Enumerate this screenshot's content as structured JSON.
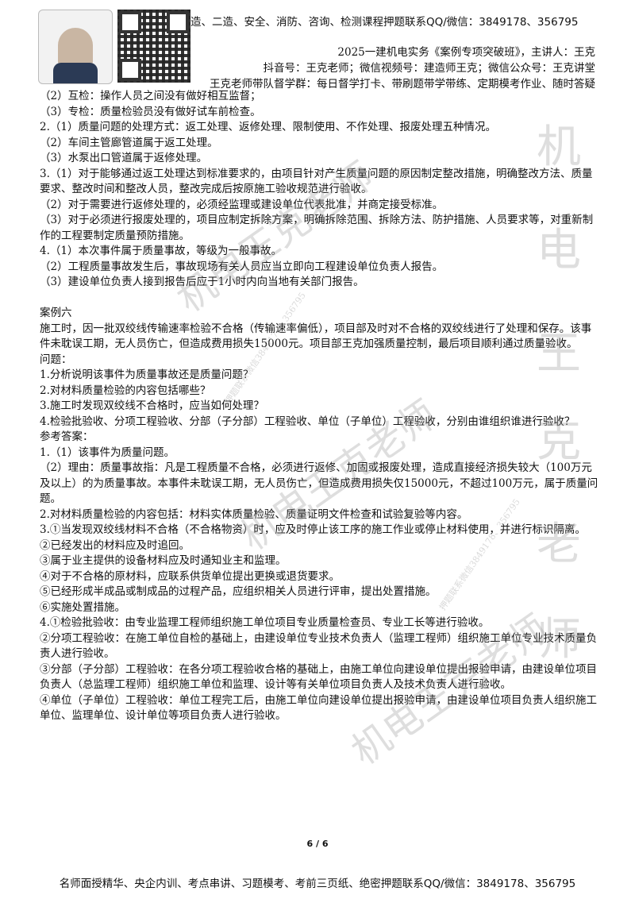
{
  "header": {
    "top_line": "造、二造、安全、消防、咨询、检测课程押题联系QQ/微信：3849178、356795",
    "course_line": "2025一建机电实务《案例专项突破班》，主讲人：王克",
    "social_line": "抖音号：王克老师；微信视频号：建造师王克；微信公众号：王克讲堂",
    "group_line": "王克老师带队督学群：每日督学打卡、带刷题带学带练、定期模考作业、随时答疑"
  },
  "content": [
    "（2）互检：操作人员之间没有做好相互监督；",
    "（3）专检：质量检验员没有做好试车前检查。",
    "2.（1）质量问题的处理方式：返工处理、返修处理、限制使用、不作处理、报废处理五种情况。",
    "（2）车间主管廊管道属于返工处理。",
    "（3）水泵出口管道属于返修处理。",
    "3.（1）对于能够通过返工处理达到标准要求的，由项目针对产生质量问题的原因制定整改措施，明确整改方法、质量要求、整改时间和整改人员，整改完成后按原施工验收规范进行验收。",
    "（2）对于需要进行返修处理的，必须经监理或建设单位代表批准，并商定接受标准。",
    "（3）对于必须进行报废处理的，项目应制定拆除方案，明确拆除范围、拆除方法、防护措施、人员要求等，对重新制作的工程要制定质量预防措施。",
    "4.（1）本次事件属于质量事故，等级为一般事故。",
    "（2）工程质量事故发生后，事故现场有关人员应当立即向工程建设单位负责人报告。",
    "（3）建设单位负责人接到报告后应于1小时内向当地有关部门报告。",
    "",
    "案例六",
    "施工时，因一批双绞线传输速率检验不合格（传输速率偏低），项目部及时对不合格的双绞线进行了处理和保存。该事件未耽误工期，无人员伤亡，但造成费用损失15000元。项目部王克加强质量控制，最后项目顺利通过质量验收。",
    "问题：",
    "1.分析说明该事件为质量事故还是质量问题？",
    "2.对材料质量检验的内容包括哪些？",
    "3.施工时发现双绞线不合格时，应当如何处理？",
    "4.检验批验收、分项工程验收、分部（子分部）工程验收、单位（子单位）工程验收，分别由谁组织谁进行验收？",
    "参考答案：",
    "1.（1）该事件为质量问题。",
    "（2）理由：质量事故指：凡是工程质量不合格，必须进行返修、加固或报废处理，造成直接经济损失较大（100万元及以上）的为质量事故。本事件未耽误工期，无人员伤亡，但造成费用损失仅15000元，不超过100万元，属于质量问题。",
    "2.对材料质量检验的内容包括：材料实体质量检验、质量证明文件检查和试验复验等内容。",
    "3.①当发现双绞线材料不合格（不合格物资）时，应及时停止该工序的施工作业或停止材料使用，并进行标识隔离。",
    "②已经发出的材料应及时追回。",
    "③属于业主提供的设备材料应及时通知业主和监理。",
    "④对于不合格的原材料，应联系供货单位提出更换或退货要求。",
    "⑤已经形成半成品或制成品的过程产品，应组织相关人员进行评审，提出处置措施。",
    "⑥实施处置措施。",
    "4.①检验批验收：由专业监理工程师组织施工单位项目专业质量检查员、专业工长等进行验收。",
    "②分项工程验收：在施工单位自检的基础上，由建设单位专业技术负责人（监理工程师）组织施工单位专业技术质量负责人进行验收。",
    "③分部（子分部）工程验收：在各分项工程验收合格的基础上，由施工单位向建设单位提出报验申请，由建设单位项目负责人（总监理工程师）组织施工单位和监理、设计等有关单位项目负责人及技术负责人进行验收。",
    "④单位（子单位）工程验收：单位工程完工后，由施工单位向建设单位提出报验申请，由建设单位项目负责人组织施工单位、监理单位、设计单位等项目负责人进行验收。"
  ],
  "page_number": "6 / 6",
  "footer": "名师面授精华、央企内训、考点串讲、习题模考、考前三页纸、绝密押题联系QQ/微信：3849178、356795",
  "watermarks": {
    "diagonal": "机电王克老师",
    "side": [
      "机",
      "电",
      "王",
      "克",
      "老",
      "师"
    ],
    "small": "押题联系微信3849178、356795"
  }
}
